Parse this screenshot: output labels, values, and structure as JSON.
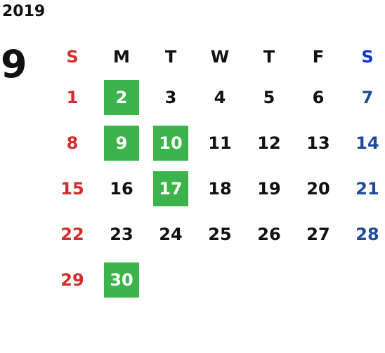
{
  "year": "2019",
  "month": "9",
  "weekdays": [
    "S",
    "M",
    "T",
    "W",
    "T",
    "F",
    "S"
  ],
  "weeks": [
    [
      "1",
      "2",
      "3",
      "4",
      "5",
      "6",
      "7"
    ],
    [
      "8",
      "9",
      "10",
      "11",
      "12",
      "13",
      "14"
    ],
    [
      "15",
      "16",
      "17",
      "18",
      "19",
      "20",
      "21"
    ],
    [
      "22",
      "23",
      "24",
      "25",
      "26",
      "27",
      "28"
    ],
    [
      "29",
      "30",
      "",
      "",
      "",
      "",
      ""
    ]
  ],
  "highlighted_days": [
    "2",
    "9",
    "10",
    "17",
    "30"
  ],
  "colors": {
    "sunday": "#d42c2c",
    "saturday": "#1f4a9a",
    "saturday_header": "#1030d0",
    "highlight": "#3cb44b",
    "text": "#111111"
  }
}
